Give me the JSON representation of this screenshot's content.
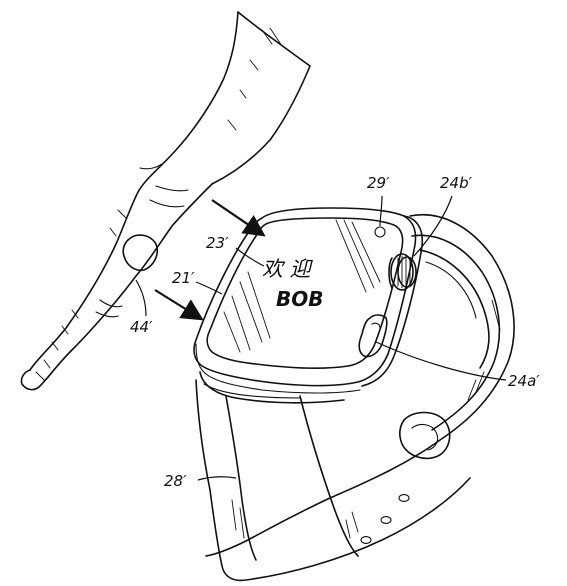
{
  "labels": {
    "ref_29": "29′",
    "ref_24b": "24b′",
    "ref_23": "23′",
    "ref_21": "21′",
    "ref_44": "44′",
    "ref_24a": "24a′",
    "ref_28": "28′"
  },
  "screen": {
    "greeting": "欢 迎",
    "name": "BOB"
  },
  "colors": {
    "ink": "#111111",
    "paper": "#ffffff"
  }
}
